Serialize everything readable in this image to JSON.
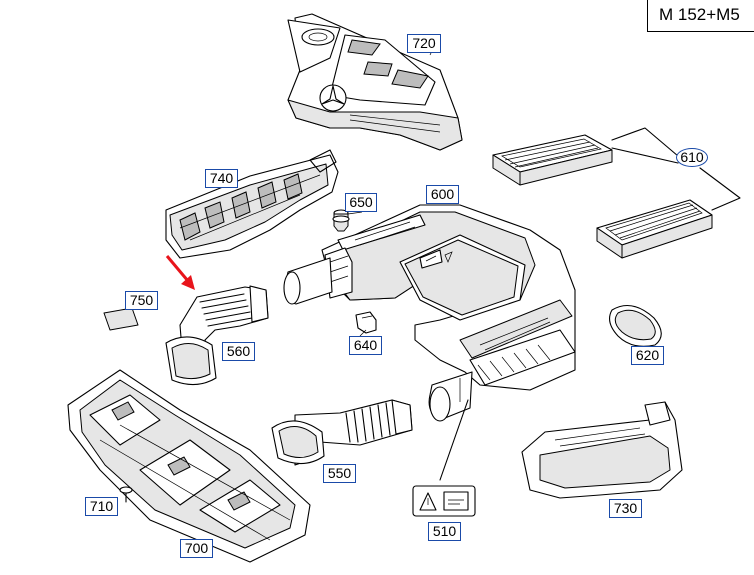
{
  "header": {
    "model_text": "M 152+M5"
  },
  "callouts": {
    "c720": "720",
    "c610": "610",
    "c740": "740",
    "c650": "650",
    "c600": "600",
    "c750": "750",
    "c560": "560",
    "c640": "640",
    "c620": "620",
    "c550": "550",
    "c710": "710",
    "c510": "510",
    "c730": "730",
    "c700": "700"
  },
  "colors": {
    "callout_border": "#1a4aa8",
    "arrow": "#e8141b",
    "line": "#000000"
  },
  "icons": [
    "red-pointer-arrow",
    "mercedes-star-icon",
    "warning-label-icon"
  ]
}
